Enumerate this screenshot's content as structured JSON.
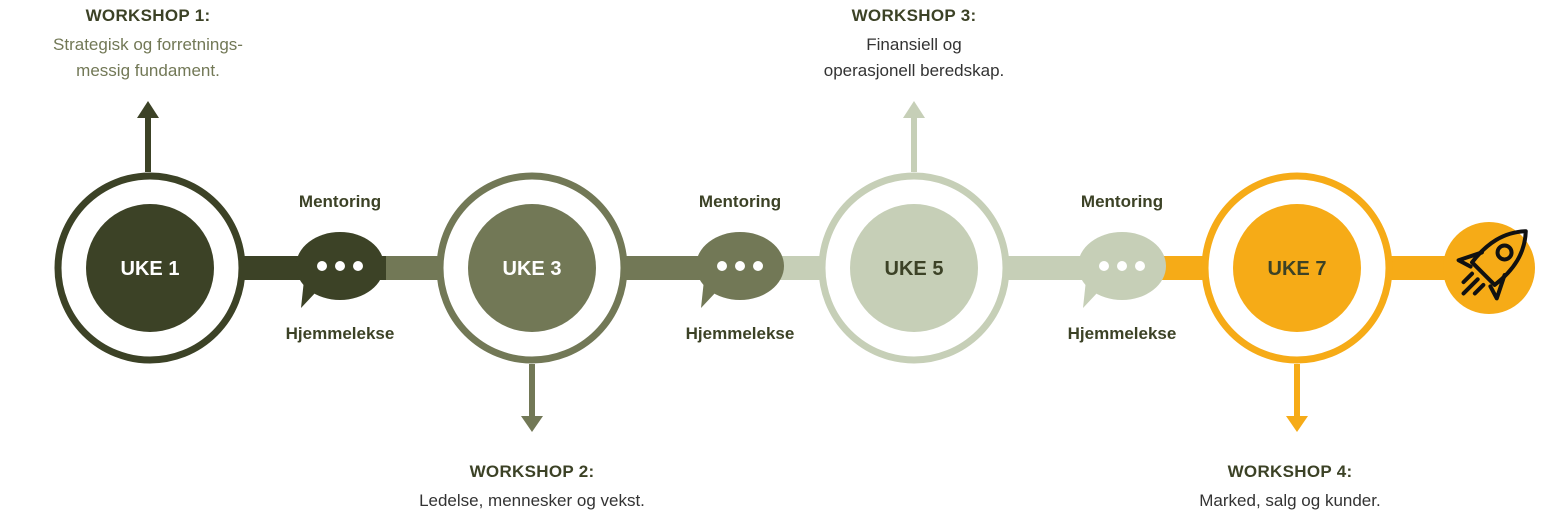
{
  "weeks": [
    {
      "label": "UKE 1",
      "color": "#3c4226"
    },
    {
      "label": "UKE 3",
      "color": "#727856"
    },
    {
      "label": "UKE 5",
      "color": "#c6cfb7"
    },
    {
      "label": "UKE 7",
      "color": "#f6ab17"
    }
  ],
  "workshops": [
    {
      "title": "WORKSHOP 1:",
      "line1": "Strategisk og forretnings-",
      "line2": "messig fundament."
    },
    {
      "title": "WORKSHOP 2:",
      "line1": "Ledelse, mennesker og vekst.",
      "line2": ""
    },
    {
      "title": "WORKSHOP 3:",
      "line1": "Finansiell og",
      "line2": "operasjonell beredskap."
    },
    {
      "title": "WORKSHOP 4:",
      "line1": "Marked, salg og kunder.",
      "line2": ""
    }
  ],
  "between": [
    {
      "top": "Mentoring",
      "bottom": "Hjemmelekse"
    },
    {
      "top": "Mentoring",
      "bottom": "Hjemmelekse"
    },
    {
      "top": "Mentoring",
      "bottom": "Hjemmelekse"
    }
  ],
  "finish_icon": "rocket-icon",
  "text_colors": {
    "dark": "#3c4226",
    "olive": "#727856",
    "body": "#333333"
  }
}
